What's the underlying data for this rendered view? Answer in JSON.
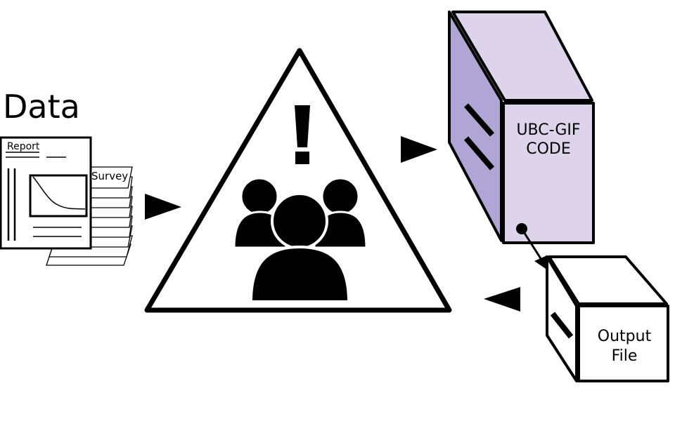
{
  "title": "Data",
  "report_label": "Report",
  "survey_label": "Survey",
  "code_label_line1": "UBC-GIF",
  "code_label_line2": "CODE",
  "output_label_line1": "Output",
  "output_label_line2": "File",
  "colors": {
    "box_front": "#ddd4ec",
    "box_side": "#b1a5d5",
    "stroke": "#000000",
    "background": "#ffffff"
  }
}
